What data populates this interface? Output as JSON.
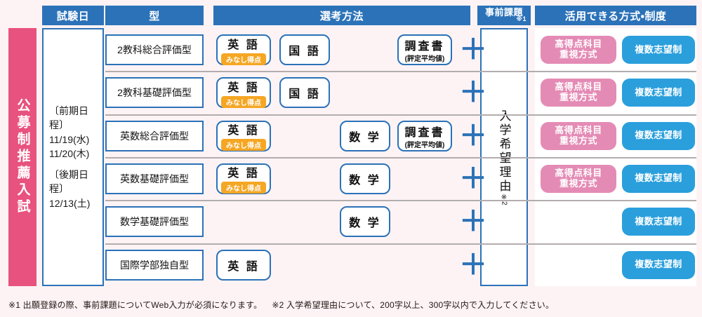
{
  "headers": {
    "exam_date": "試験日",
    "type": "型",
    "selection_method": "選考方法",
    "pre_assignment": "事前課題",
    "pre_assignment_note": "※1",
    "available_systems": "活用できる方式・制度"
  },
  "exam_category": "公募制推薦入試",
  "exam_dates": {
    "first_label": "〔前期日程〕",
    "first_dates": [
      "11/19(水)",
      "11/20(木)"
    ],
    "second_label": "〔後期日程〕",
    "second_dates": [
      "12/13(土)"
    ]
  },
  "pre_assignment_cell": {
    "text": "入学希望理由",
    "note": "※2"
  },
  "labels": {
    "english": "英 語",
    "japanese": "国 語",
    "math": "数 学",
    "report": "調査書",
    "report_sub": "(評定平均値)",
    "deemed_score": "みなし得点",
    "plus": "＋",
    "badge_pink": "高得点科目\n重視方式",
    "badge_pink_line1": "高得点科目",
    "badge_pink_line2": "重視方式",
    "badge_blue": "複数志望制"
  },
  "rows": [
    {
      "type": "2教科総合評価型",
      "english": true,
      "english_deemed": true,
      "japanese": true,
      "math": false,
      "report": true,
      "plus": true,
      "badge_pink": true,
      "badge_blue": true
    },
    {
      "type": "2教科基礎評価型",
      "english": true,
      "english_deemed": true,
      "japanese": true,
      "math": false,
      "report": false,
      "plus": true,
      "badge_pink": true,
      "badge_blue": true
    },
    {
      "type": "英数総合評価型",
      "english": true,
      "english_deemed": true,
      "japanese": false,
      "math": true,
      "report": true,
      "plus": true,
      "badge_pink": true,
      "badge_blue": true
    },
    {
      "type": "英数基礎評価型",
      "english": true,
      "english_deemed": true,
      "japanese": false,
      "math": true,
      "report": false,
      "plus": true,
      "badge_pink": true,
      "badge_blue": true
    },
    {
      "type": "数学基礎評価型",
      "english": false,
      "english_deemed": false,
      "japanese": false,
      "math": true,
      "report": false,
      "plus": true,
      "badge_pink": false,
      "badge_blue": true
    },
    {
      "type": "国際学部独自型",
      "english": true,
      "english_deemed": false,
      "japanese": false,
      "math": false,
      "report": false,
      "plus": true,
      "badge_pink": false,
      "badge_blue": true
    }
  ],
  "footnotes": {
    "note1": "※1 出願登録の際、事前課題についてWeb入力が必須になります。",
    "note2": "※2 入学希望理由について、200字以上、300字以内で入力してください。"
  },
  "colors": {
    "header_blue": "#2b72b8",
    "category_pink": "#e8527e",
    "badge_pink": "#e48bb5",
    "badge_blue": "#2a9fdc",
    "deemed_orange": "#f5a623",
    "page_bg": "#fdf3f5",
    "row_separator": "#b2adae"
  }
}
